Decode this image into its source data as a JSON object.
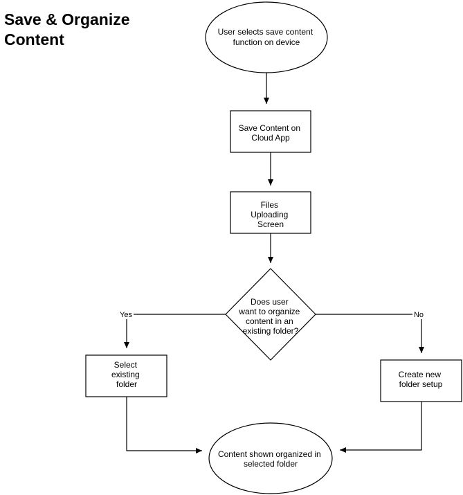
{
  "title": {
    "line1": "Save & Organize",
    "line2": "Content"
  },
  "nodes": {
    "start": [
      "User selects save content",
      "function on device"
    ],
    "save": [
      "Save Content on",
      "Cloud App"
    ],
    "upload": [
      "Files",
      "Uploading",
      "Screen"
    ],
    "decision": [
      "Does user",
      "want to organize",
      "content in an",
      "existing folder?"
    ],
    "select": [
      "Select",
      "existing",
      "folder"
    ],
    "create": [
      "Create new",
      "folder setup"
    ],
    "end": [
      "Content shown organized in",
      "selected folder"
    ]
  },
  "edges": {
    "yes_label": "Yes",
    "no_label": "No"
  },
  "colors": {
    "stroke": "#000000",
    "fill": "#ffffff",
    "text": "#000000"
  }
}
